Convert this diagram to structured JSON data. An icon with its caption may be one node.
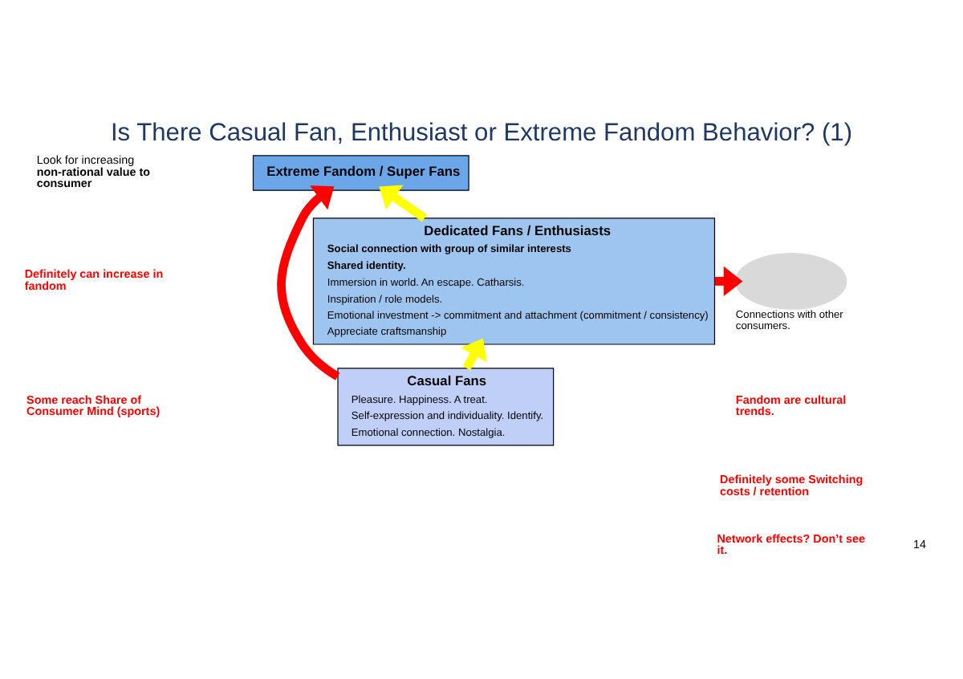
{
  "diagram": {
    "title": "Is There Casual Fan, Enthusiast or Extreme Fandom Behavior? (1)",
    "nodes": [
      {
        "text": [
          "Extreme Fandom / Super Fans"
        ]
      },
      {
        "text": [
          "Dedicated Fans / Enthusiasts",
          "Social connection with group of similar interests",
          "Shared identity.",
          "Immersion in world. An escape. Catharsis.",
          "Inspiration / role models.",
          "Emotional investment -> commitment and attachment (commitment / consistency)",
          "Appreciate craftsmanship"
        ]
      },
      {
        "text": [
          "Casual Fans",
          "Pleasure. Happiness. A treat.",
          "Self-expression and individuality. Identify.",
          "Emotional connection. Nostalgia."
        ]
      },
      {
        "text": [],
        "shape": "ellipse",
        "beside": [
          "Connections with other consumers."
        ]
      }
    ],
    "edges": [
      {
        "from": 2,
        "to": 0,
        "arrow": "to",
        "color": "#ff0000"
      },
      {
        "from": 1,
        "to": 0,
        "arrow": "to",
        "color": "#ffff00"
      },
      {
        "from": 2,
        "to": 1,
        "arrow": "to",
        "color": "#ffff00"
      },
      {
        "from": 1,
        "to": 3,
        "arrow": "to",
        "color": "#ff0000"
      }
    ],
    "labels": [
      "Look for increasing **non-rational value to consumer**",
      "Definitely can increase in fandom",
      "Some reach Share of Consumer Mind (sports)",
      "Fandom are cultural trends.",
      "Definitely some Switching costs / retention",
      "Network effects? Don’t see it.",
      "14"
    ]
  }
}
